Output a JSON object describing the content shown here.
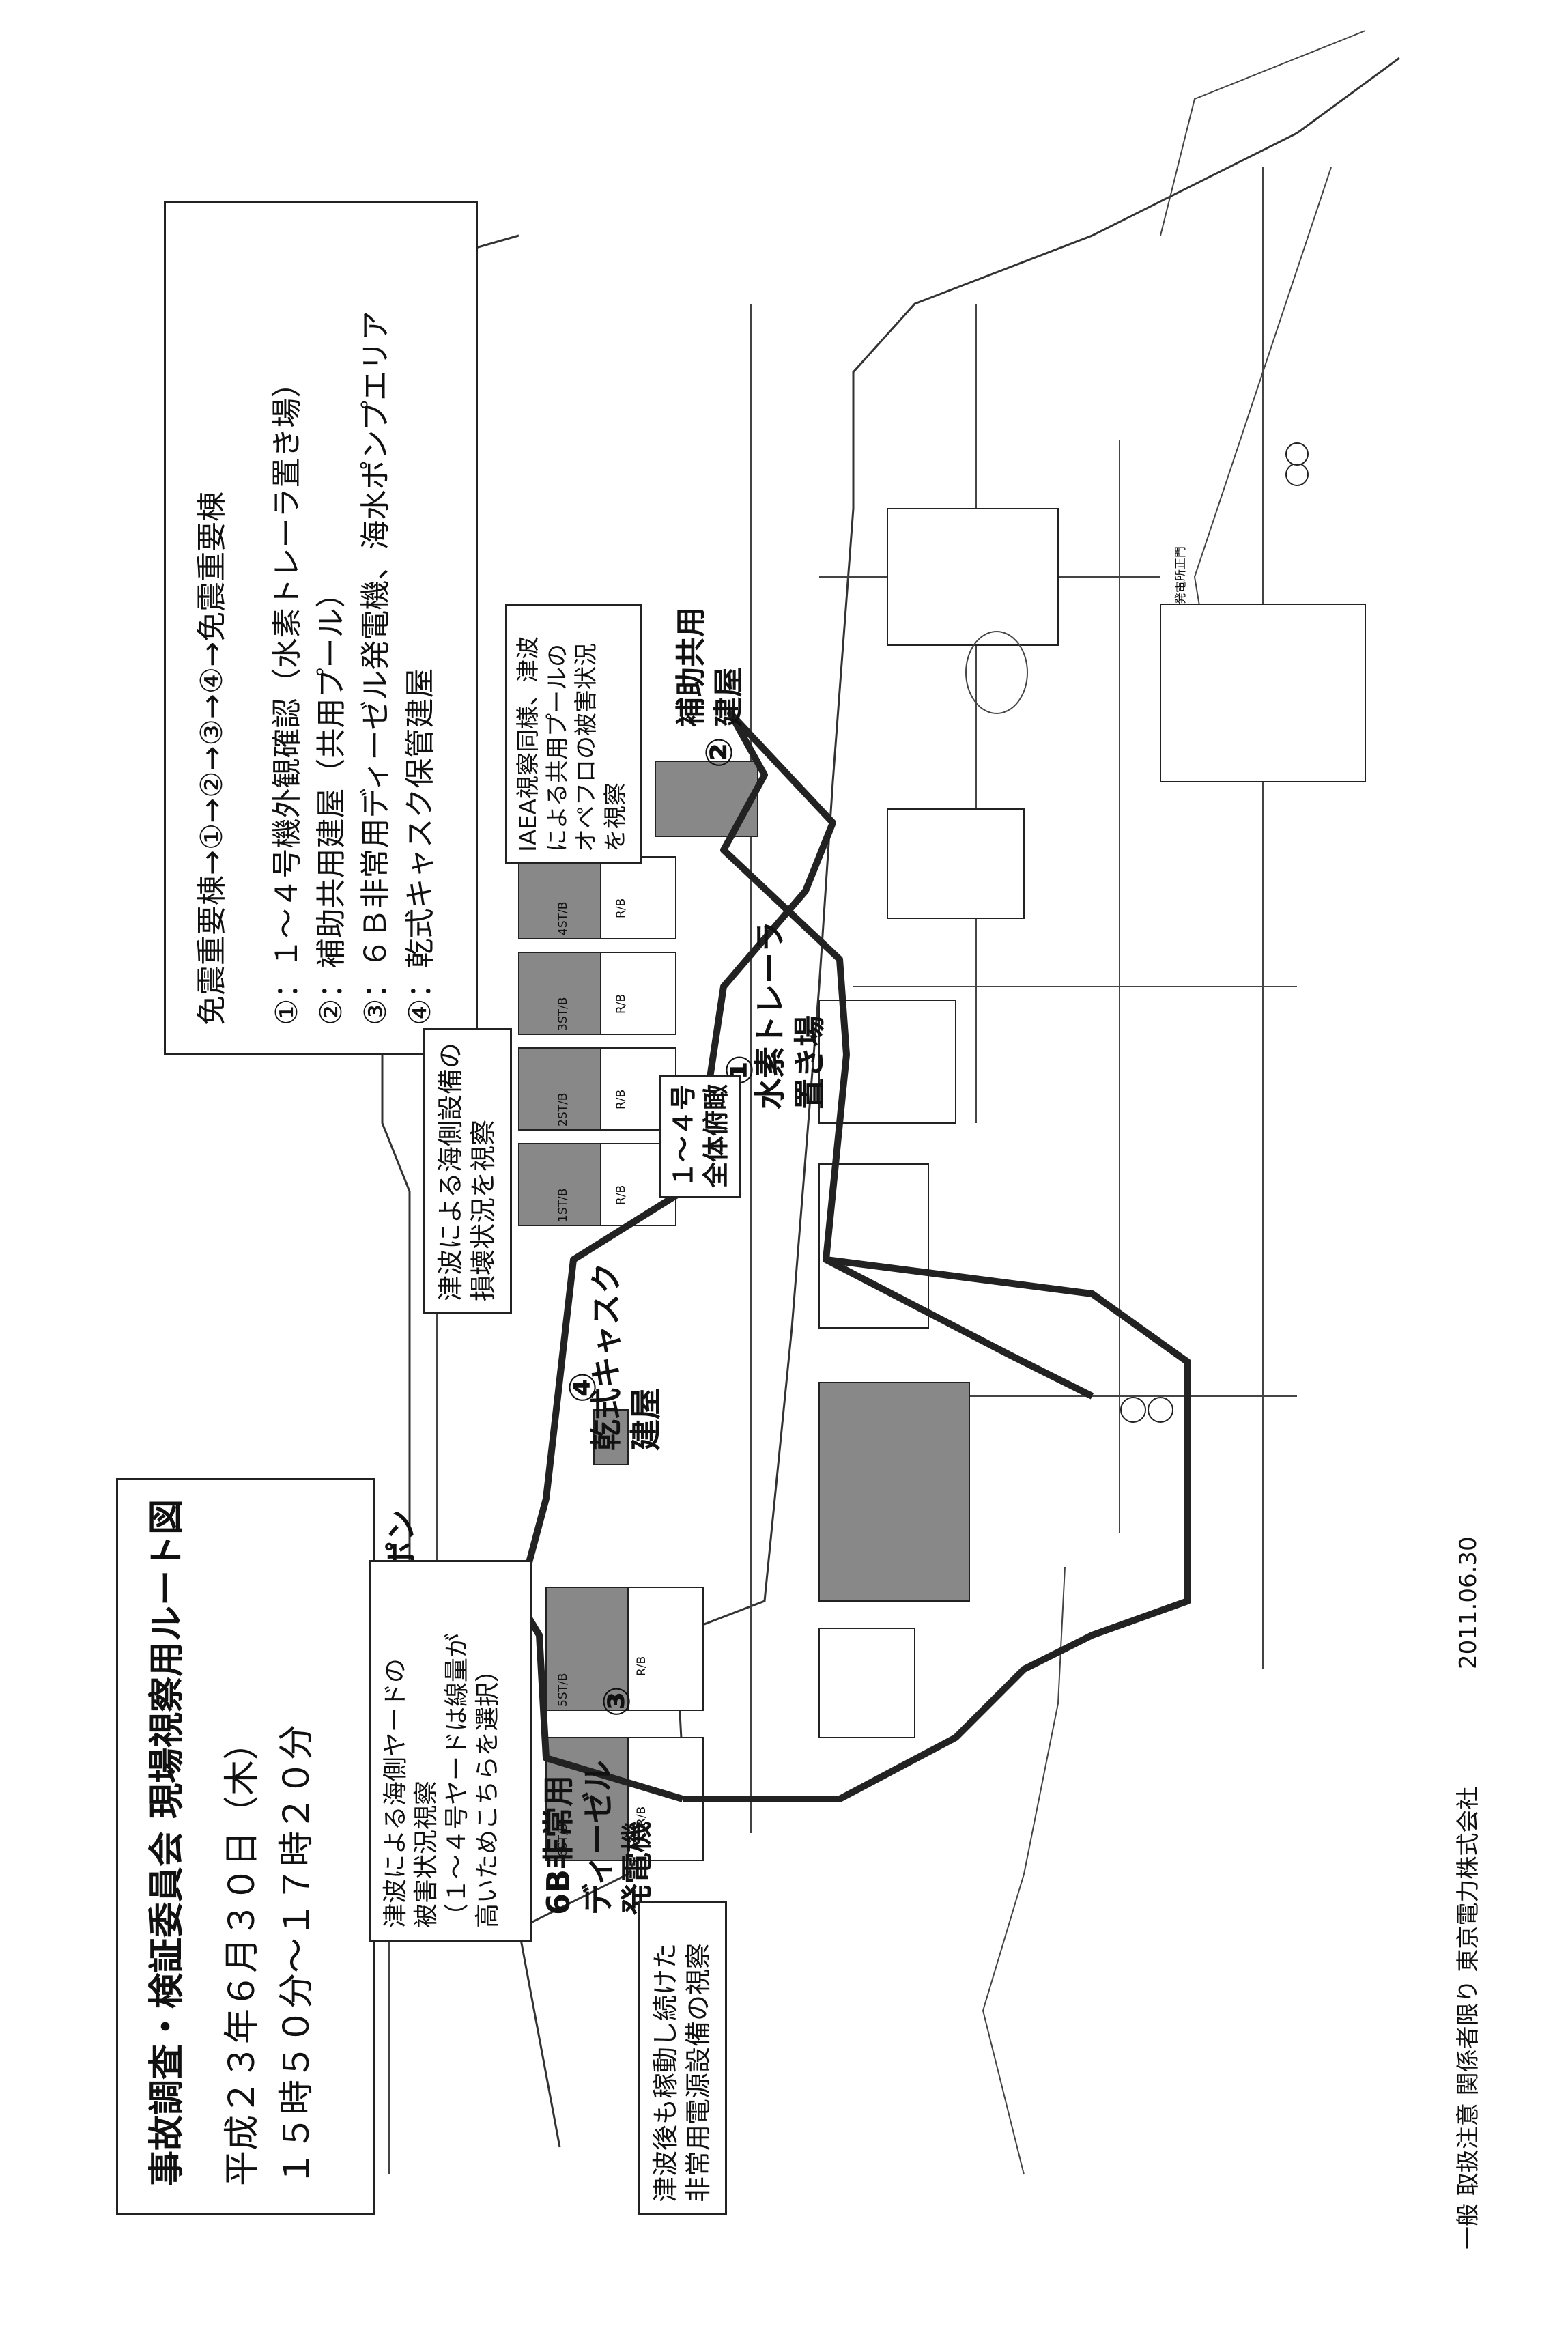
{
  "title_box": {
    "title": "事故調査・検証委員会 現場視察用ルート図",
    "date": "平成２３年６月３０日（木）",
    "time": "１５時５０分～１７時２０分"
  },
  "legend": {
    "route_summary": "免震重要棟→①→②→③→④→免震重要棟",
    "items": [
      "①：１～４号機外観確認（水素トレーラ置き場）",
      "②：補助共用建屋（共用プール）",
      "③：６Ｂ非常用ディーゼル発電機、海水ポンプエリア",
      "④：乾式キャスク保管建屋"
    ]
  },
  "callouts": {
    "tsunami_sea_yard": "津波による海側ヤードの\n被害状況視察\n（１～４号ヤードは線量が\n高いためこちらを選択）",
    "tsunami_seaside": "津波による海側設備の\n損壊状況を視察",
    "iaea": "IAEA視察同様、津波\nによる共用プールの\nオペフロの被害状況\nを視察",
    "backup_power": "津波後も稼動し続けた\n非常用電源設備の視察"
  },
  "labels": {
    "dg_6b": "6B非常用\nディーゼル\n発電機",
    "seawater_pump": "海水ポン\nプ等",
    "dry_cask": "乾式キャスク\n建屋",
    "hydrogen_trailer": "水素トレーラ\n置き場",
    "unit1_4_overview": "１～４号\n全体俯瞰",
    "aux_common": "補助共用\n建屋",
    "circle_1": "①",
    "circle_2": "②",
    "circle_3": "③",
    "circle_4": "④",
    "u1_tb": "1ST/B",
    "u2_tb": "2ST/B",
    "u3_tb": "3ST/B",
    "u4_tb": "4ST/B",
    "u5_tb": "5ST/B",
    "u6_tb": "6ST/B",
    "rb": "R/B",
    "main_gate": "発電所正門"
  },
  "footer": {
    "classification": "一般 取扱注意 関係者限り 東京電力株式会社",
    "doc_date": "2011.06.30"
  }
}
